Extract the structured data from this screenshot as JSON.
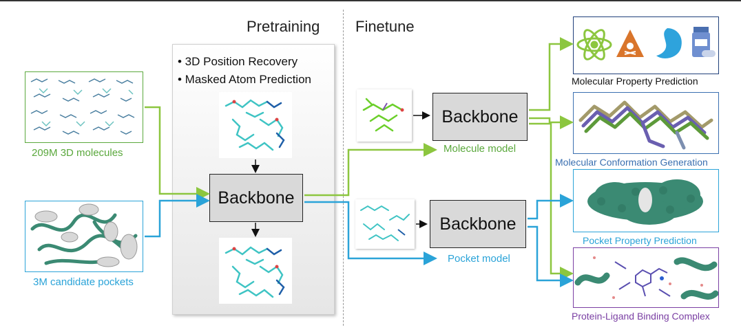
{
  "headers": {
    "pretraining": "Pretraining",
    "finetune": "Finetune"
  },
  "pretraining_tasks": [
    "• 3D Position Recovery",
    "• Masked Atom Prediction"
  ],
  "inputs": {
    "molecules_label": "209M 3D molecules",
    "pockets_label": "3M candidate pockets"
  },
  "backbone_label": "Backbone",
  "models": {
    "molecule": "Molecule model",
    "pocket": "Pocket model"
  },
  "tasks": {
    "property": "Molecular Property Prediction",
    "conformation": "Molecular Conformation Generation",
    "pocket_property": "Pocket Property Prediction",
    "binding": "Protein-Ligand Binding Complex"
  },
  "colors": {
    "green": "#5aa83c",
    "blue": "#2aa3d8",
    "purple": "#7a3fa3",
    "navy": "#1f3f7a",
    "teal": "#3b8a73"
  }
}
